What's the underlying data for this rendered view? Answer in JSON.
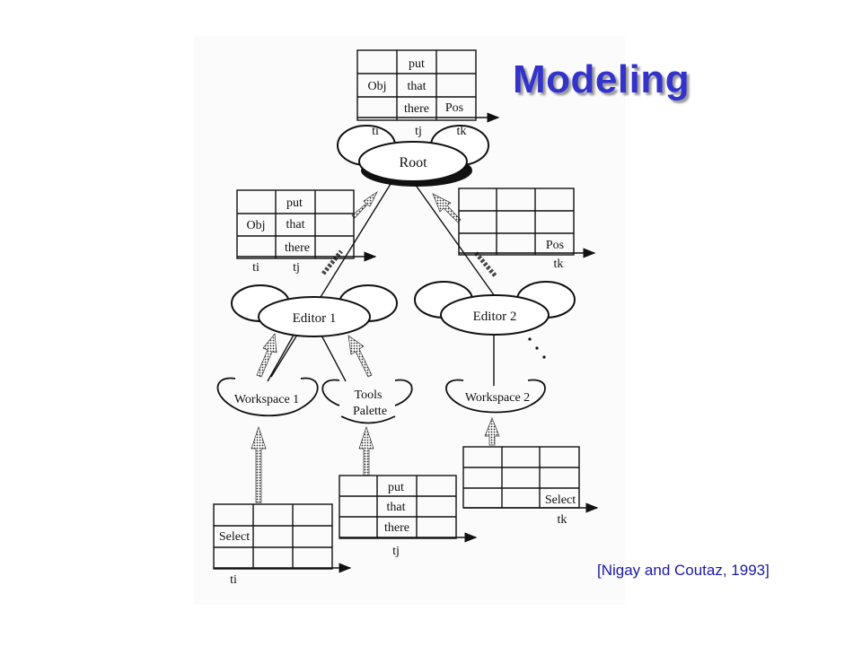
{
  "title": "Modeling",
  "citation": "[Nigay and Coutaz, 1993]",
  "nodes": {
    "root": "Root",
    "editor1": "Editor 1",
    "editor2": "Editor 2",
    "workspace1": "Workspace 1",
    "tools_line1": "Tools",
    "tools_line2": "Palette",
    "workspace2": "Workspace 2"
  },
  "tables": {
    "root_table": {
      "rows": [
        [
          "",
          "put",
          ""
        ],
        [
          "Obj",
          "that",
          ""
        ],
        [
          "",
          "there",
          "Pos"
        ]
      ],
      "times": [
        "ti",
        "tj",
        "tk"
      ]
    },
    "editor1_table": {
      "rows": [
        [
          "",
          "put",
          ""
        ],
        [
          "Obj",
          "that",
          ""
        ],
        [
          "",
          "there",
          ""
        ]
      ],
      "times": [
        "ti",
        "tj"
      ]
    },
    "editor2_table": {
      "rows": [
        [
          "",
          "",
          ""
        ],
        [
          "",
          "",
          ""
        ],
        [
          "",
          "",
          "Pos"
        ]
      ],
      "times": [
        "tk"
      ]
    },
    "workspace1_table": {
      "rows": [
        [
          "",
          "",
          ""
        ],
        [
          "Select",
          "",
          ""
        ],
        [
          "",
          "",
          ""
        ]
      ],
      "times": [
        "ti"
      ]
    },
    "tools_table": {
      "rows": [
        [
          "",
          "put",
          ""
        ],
        [
          "",
          "that",
          ""
        ],
        [
          "",
          "there",
          ""
        ]
      ],
      "times": [
        "tj"
      ]
    },
    "workspace2_table": {
      "rows": [
        [
          "",
          "",
          ""
        ],
        [
          "",
          "",
          ""
        ],
        [
          "",
          "",
          "Select"
        ]
      ],
      "times": [
        "tk"
      ]
    }
  },
  "colors": {
    "title": "#3333cc",
    "citation": "#1a1aa6",
    "ink": "#111111"
  }
}
